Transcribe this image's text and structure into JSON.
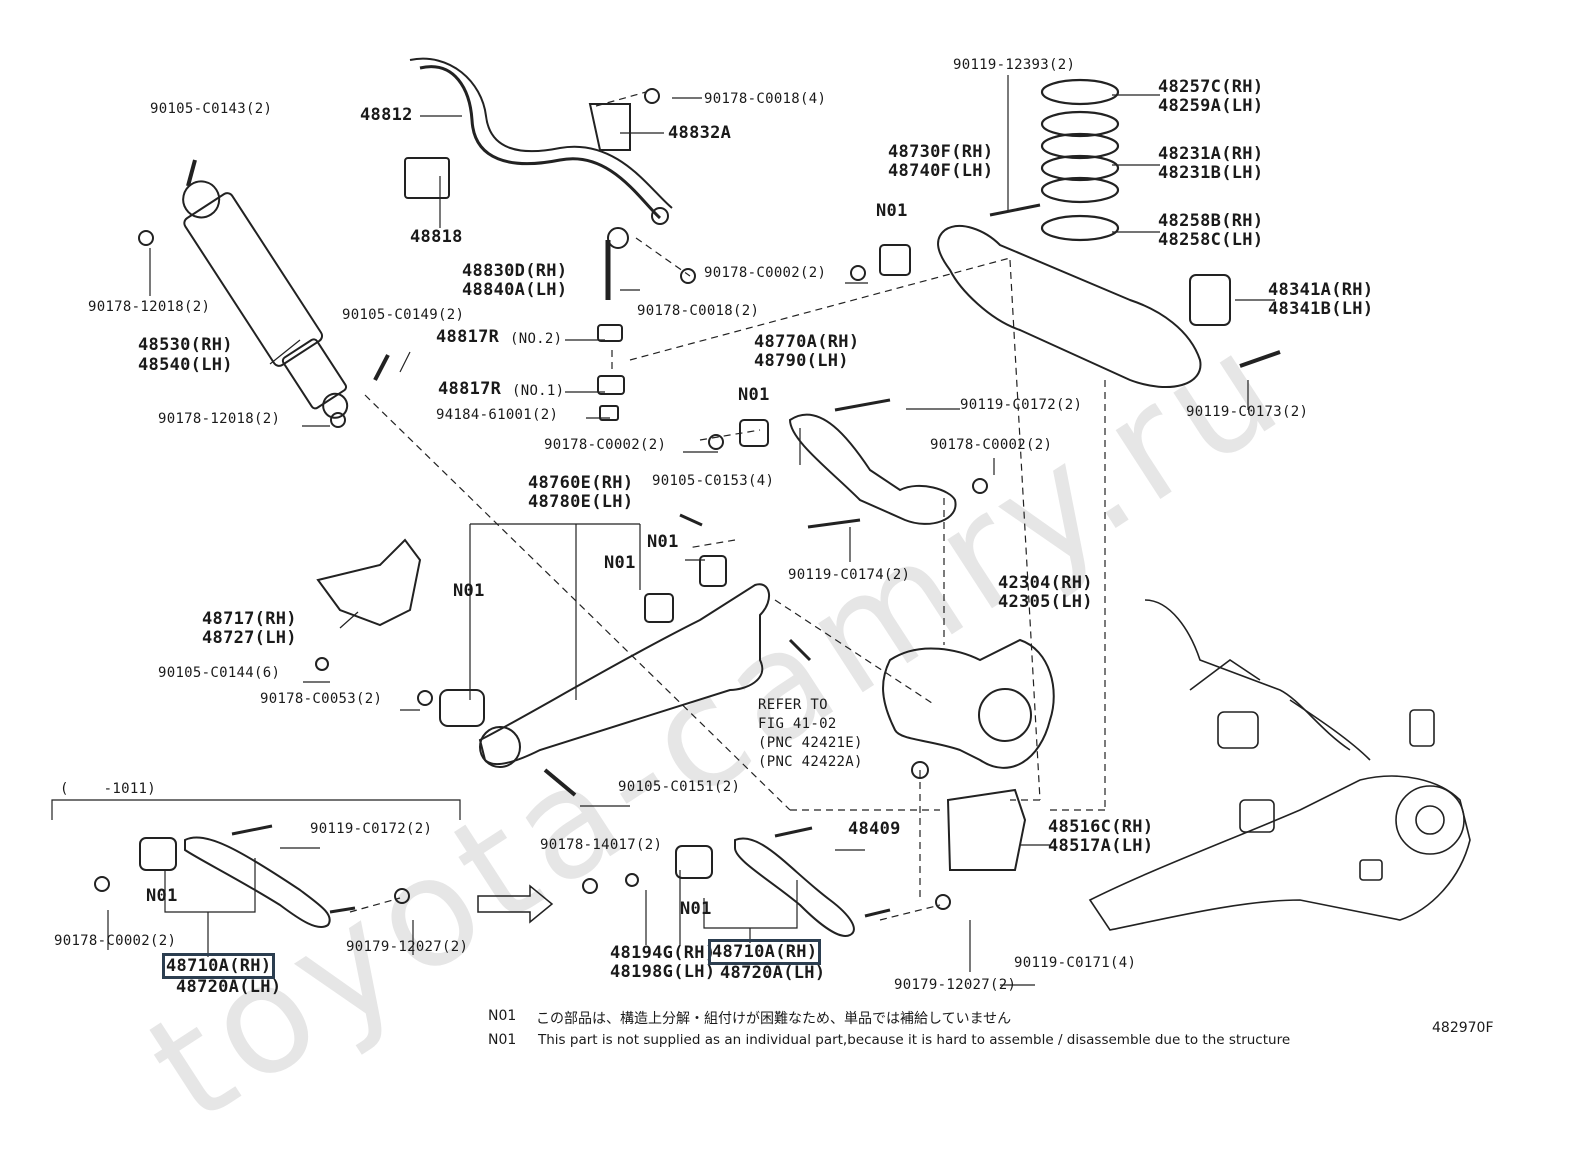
{
  "watermark": "toyota-camry.ru",
  "diagram_id": "482970F",
  "labels": {
    "p90105_C0143": "90105-C0143(2)",
    "p48812": "48812",
    "p90178_C0018a": "90178-C0018(4)",
    "p48832A": "48832A",
    "p48818": "48818",
    "p90119_12393": "90119-12393(2)",
    "p48257C": "48257C(RH)",
    "p48259A": "48259A(LH)",
    "p48231A": "48231A(RH)",
    "p48231B": "48231B(LH)",
    "p48730F": "48730F(RH)",
    "p48740F": "48740F(LH)",
    "n01_a": "N01",
    "p48258B": "48258B(RH)",
    "p48258C": "48258C(LH)",
    "p48830D": "48830D(RH)",
    "p48840A": "48840A(LH)",
    "p90178_C0002a": "90178-C0002(2)",
    "p48341A": "48341A(RH)",
    "p48341B": "48341B(LH)",
    "p90178_12018a": "90178-12018(2)",
    "p90178_C0018b": "90178-C0018(2)",
    "p90105_C0149": "90105-C0149(2)",
    "p48530": "48530(RH)",
    "p48540": "48540(LH)",
    "p48817R_2": "48817R",
    "p48817R_2s": "(NO.2)",
    "p48770A": "48770A(RH)",
    "p48790": "48790(LH)",
    "p48817R_1": "48817R",
    "p48817R_1s": "(NO.1)",
    "p90119_C0173": "90119-C0173(2)",
    "p90178_12018b": "90178-12018(2)",
    "p94184": "94184-61001(2)",
    "n01_b": "N01",
    "p90119_C0172a": "90119-C0172(2)",
    "p90178_C0002b": "90178-C0002(2)",
    "p90178_C0002c": "90178-C0002(2)",
    "p48760E": "48760E(RH)",
    "p48780E": "48780E(LH)",
    "p90105_C0153": "90105-C0153(4)",
    "n01_c": "N01",
    "n01_d": "N01",
    "p90119_C0174": "90119-C0174(2)",
    "n01_e": "N01",
    "p42304": "42304(RH)",
    "p42305": "42305(LH)",
    "p48717": "48717(RH)",
    "p48727": "48727(LH)",
    "p90105_C0144": "90105-C0144(6)",
    "p90178_C0053": "90178-C0053(2)",
    "refer1": "REFER TO",
    "refer2": "FIG 41-02",
    "refer3": "(PNC 42421E)",
    "refer4": "(PNC 42422A)",
    "p90105_C0151": "90105-C0151(2)",
    "bracket_note": "(    -1011)",
    "p90119_C0172b": "90119-C0172(2)",
    "p90178_14017": "90178-14017(2)",
    "p48409": "48409",
    "p48516C": "48516C(RH)",
    "p48517A": "48517A(LH)",
    "n01_f": "N01",
    "p90178_C0002d": "90178-C0002(2)",
    "p90179_12027a": "90179-12027(2)",
    "n01_g": "N01",
    "p48194G": "48194G(RH)",
    "p48198G": "48198G(LH)",
    "p48710A_left": "48710A(RH)",
    "p48720A_left": "48720A(LH)",
    "p48710A_right": "48710A(RH)",
    "p48720A_right": "48720A(LH)",
    "p90119_C0171": "90119-C0171(4)",
    "p90179_12027b": "90179-12027(2)"
  },
  "notes": {
    "code1": "N01",
    "jp": "この部品は、構造上分解・組付けが困難なため、単品では補給していません",
    "code2": "N01",
    "en": "This part is not supplied as an individual part,because it is hard to assemble / disassemble due to the structure"
  }
}
